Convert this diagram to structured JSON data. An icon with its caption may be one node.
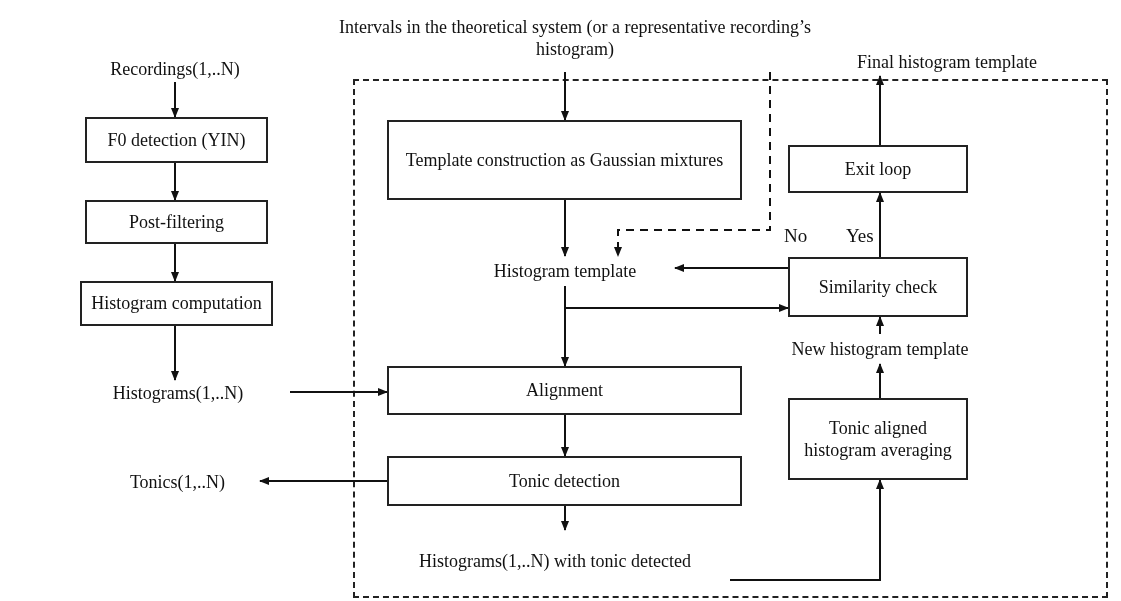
{
  "diagram": {
    "nodes": [
      {
        "text": [
          "Recordings(1,..N)"
        ]
      },
      {
        "text": [
          "F0 detection (YIN)"
        ]
      },
      {
        "text": [
          "Post-filtering"
        ]
      },
      {
        "text": [
          "Histogram computation"
        ]
      },
      {
        "text": [
          "Histograms(1,..N)"
        ]
      },
      {
        "text": [
          "Tonics(1,..N)"
        ]
      },
      {
        "text": [
          "Intervals in the theoretical system (or a representative recording’s histogram)"
        ]
      },
      {
        "text": [
          "Template construction as Gaussian mixtures"
        ]
      },
      {
        "text": [
          "Histogram template"
        ]
      },
      {
        "text": [
          "Alignment"
        ]
      },
      {
        "text": [
          "Tonic detection"
        ]
      },
      {
        "text": [
          "Histograms(1,..N) with tonic detected"
        ]
      },
      {
        "text": [
          "Final histogram template"
        ]
      },
      {
        "text": [
          "Exit loop"
        ]
      },
      {
        "text": [
          "Similarity check"
        ]
      },
      {
        "text": [
          "New histogram template"
        ]
      },
      {
        "text": [
          "Tonic aligned histogram averaging"
        ]
      }
    ],
    "edges": [
      {
        "from": 0,
        "to": 1,
        "arrow": "to"
      },
      {
        "from": 1,
        "to": 2,
        "arrow": "to"
      },
      {
        "from": 2,
        "to": 3,
        "arrow": "to"
      },
      {
        "from": 3,
        "to": 4,
        "arrow": "to"
      },
      {
        "from": 4,
        "to": 9,
        "arrow": "to"
      },
      {
        "from": 6,
        "to": 7,
        "arrow": "to"
      },
      {
        "from": 6,
        "to": 8,
        "arrow": "to",
        "style": "dashed"
      },
      {
        "from": 7,
        "to": 8,
        "arrow": "to"
      },
      {
        "from": 8,
        "to": 9,
        "arrow": "to"
      },
      {
        "from": 8,
        "to": 14,
        "arrow": "to"
      },
      {
        "from": 9,
        "to": 10,
        "arrow": "to"
      },
      {
        "from": 10,
        "to": 5,
        "arrow": "to"
      },
      {
        "from": 10,
        "to": 11,
        "arrow": "to"
      },
      {
        "from": 11,
        "to": 16,
        "arrow": "to"
      },
      {
        "from": 16,
        "to": 15,
        "arrow": "to"
      },
      {
        "from": 15,
        "to": 14,
        "arrow": "to"
      },
      {
        "from": 14,
        "to": 13,
        "arrow": "to",
        "label": "Yes"
      },
      {
        "from": 14,
        "to": 8,
        "arrow": "to",
        "label": "No"
      },
      {
        "from": 13,
        "to": 12,
        "arrow": "to"
      }
    ]
  }
}
